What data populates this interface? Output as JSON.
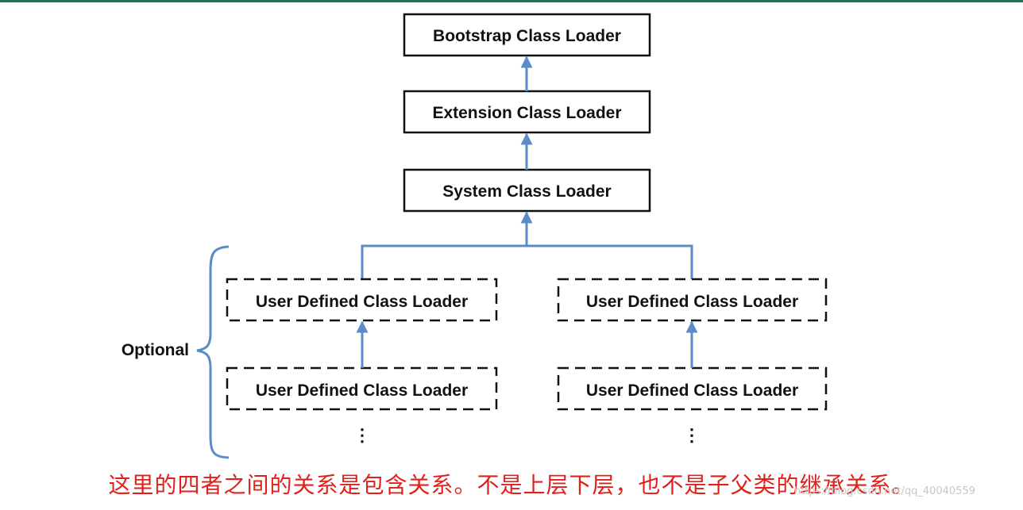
{
  "diagram": {
    "nodes": {
      "bootstrap": "Bootstrap Class Loader",
      "extension": "Extension Class Loader",
      "system": "System Class Loader",
      "user_left_1": "User Defined Class Loader",
      "user_right_1": "User Defined Class Loader",
      "user_left_2": "User Defined Class Loader",
      "user_right_2": "User Defined Class Loader"
    },
    "optional_label": "Optional",
    "ellipsis": "⋮"
  },
  "caption": "这里的四者之间的关系是包含关系。不是上层下层，也不是子父类的继承关系。",
  "watermark": "https://blog.csdn.net/qq_40040559",
  "colors": {
    "arrow": "#5b8cc8",
    "box_border": "#111111",
    "caption": "#e0201b",
    "top_bar": "#2a6b5e"
  }
}
